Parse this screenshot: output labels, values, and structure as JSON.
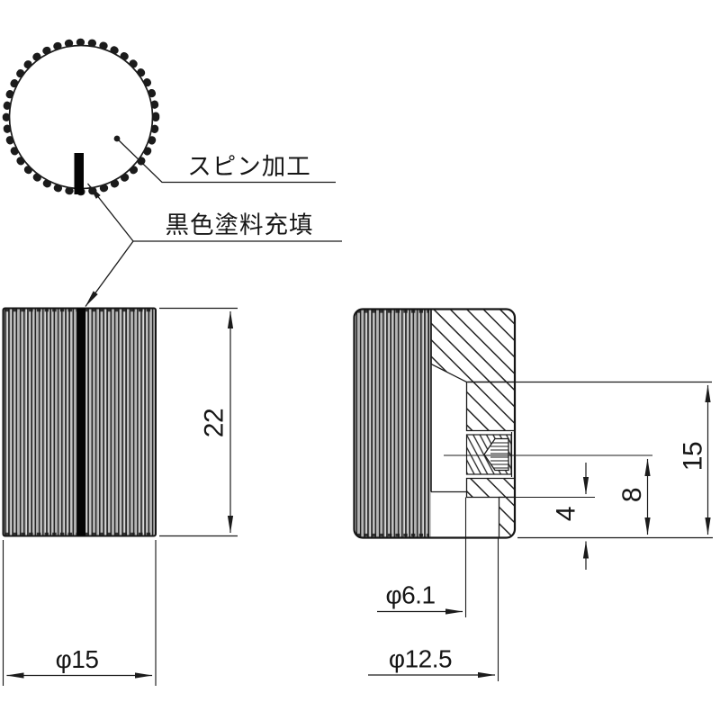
{
  "drawing": {
    "background_color": "#ffffff",
    "line_color": "#1b1b1b",
    "fill_black": "#050505",
    "callouts": {
      "spin_finish": "スピン加工",
      "black_paint_fill": "黒色塗料充填"
    },
    "dimensions": {
      "overall_height": "22",
      "outer_diameter": "φ15",
      "bore_depth": "15",
      "setscrew_height": "8",
      "counterbore_depth": "4",
      "bore_diameter": "φ6.1",
      "counterbore_diameter": "φ12.5"
    }
  }
}
